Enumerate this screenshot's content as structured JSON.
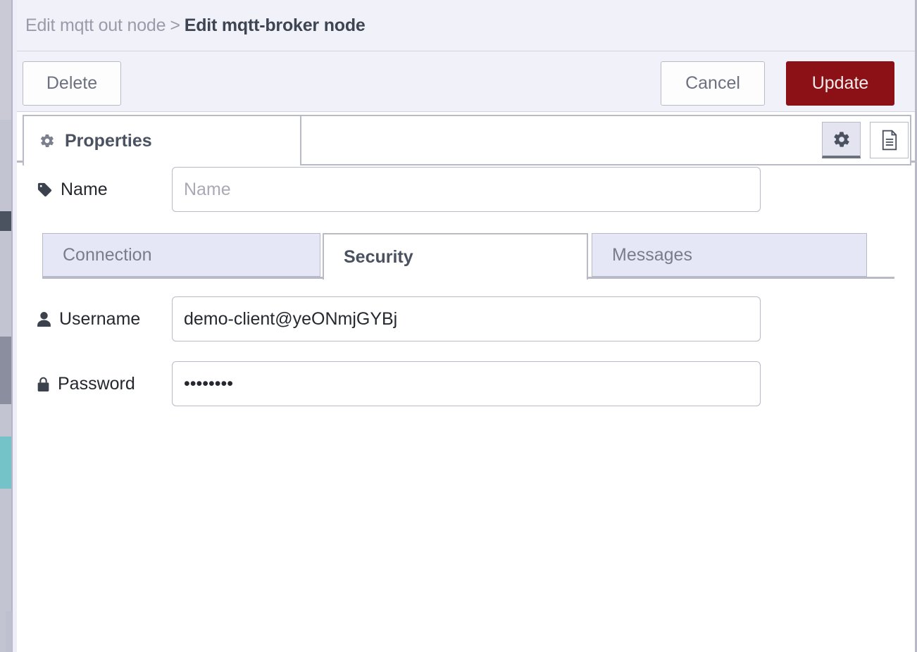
{
  "breadcrumb": {
    "previous": "Edit mqtt out node",
    "separator": ">",
    "current": "Edit mqtt-broker node"
  },
  "actions": {
    "delete_label": "Delete",
    "cancel_label": "Cancel",
    "update_label": "Update",
    "update_color": "#8b1117"
  },
  "tabs": {
    "properties_label": "Properties",
    "properties_icon": "gear-icon",
    "tools": [
      {
        "name": "gear-icon",
        "active": true
      },
      {
        "name": "description-icon",
        "active": false
      }
    ]
  },
  "form": {
    "name": {
      "label": "Name",
      "icon": "tag-icon",
      "value": "",
      "placeholder": "Name"
    },
    "username": {
      "label": "Username",
      "icon": "user-icon",
      "value": "demo-client@yeONmjGYBj",
      "placeholder": ""
    },
    "password": {
      "label": "Password",
      "icon": "lock-icon",
      "value": "••••••••",
      "placeholder": ""
    }
  },
  "subtabs": [
    {
      "label": "Connection",
      "active": false
    },
    {
      "label": "Security",
      "active": true
    },
    {
      "label": "Messages",
      "active": false
    }
  ]
}
